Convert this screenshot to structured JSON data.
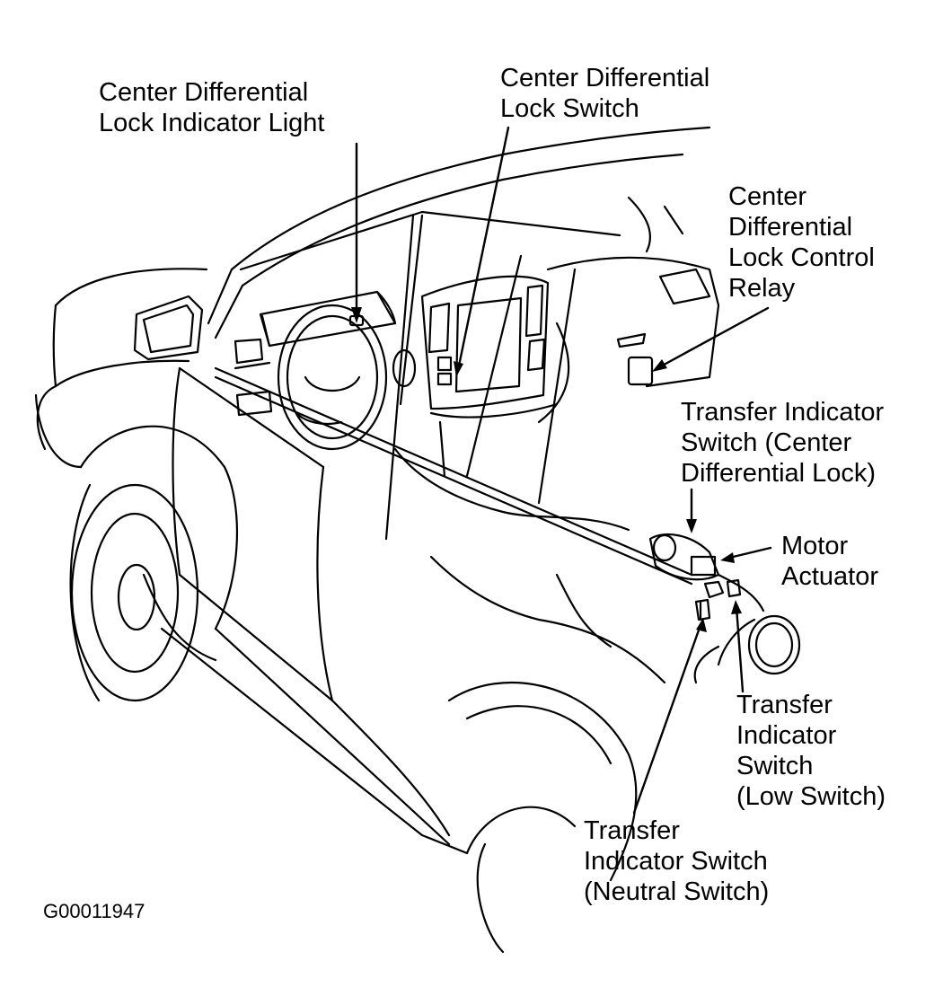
{
  "callouts": {
    "indicator_light": {
      "lines": [
        "Center Differential",
        "Lock Indicator Light"
      ]
    },
    "lock_switch": {
      "lines": [
        "Center Differential",
        "Lock Switch"
      ]
    },
    "control_relay": {
      "lines": [
        "Center",
        "Differential",
        "Lock Control",
        "Relay"
      ]
    },
    "transfer_cdl": {
      "lines": [
        "Transfer Indicator",
        "Switch (Center",
        "Differential Lock)"
      ]
    },
    "motor_actuator": {
      "lines": [
        "Motor",
        "Actuator"
      ]
    },
    "low_switch": {
      "lines": [
        "Transfer",
        "Indicator",
        "Switch",
        "(Low Switch)"
      ]
    },
    "neutral_switch": {
      "lines": [
        "Transfer",
        "Indicator Switch",
        "(Neutral Switch)"
      ]
    }
  },
  "figure_id": "G00011947",
  "colors": {
    "ink": "#000000",
    "paper": "#ffffff"
  }
}
